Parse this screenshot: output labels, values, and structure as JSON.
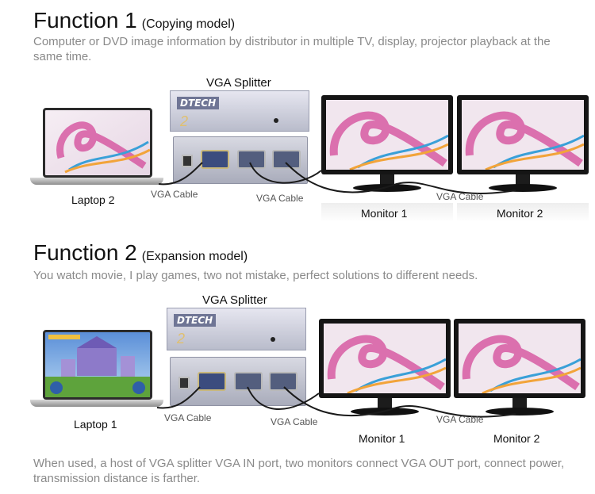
{
  "function1": {
    "title": "Function 1",
    "subtitle": "(Copying model)",
    "description": "Computer or DVD image information by distributor in multiple TV, display, projector playback at the same time.",
    "splitter_label": "VGA Splitter",
    "laptop_label": "Laptop 2",
    "monitor1_label": "Monitor 1",
    "monitor2_label": "Monitor 2",
    "cable1": "VGA Cable",
    "cable2": "VGA Cable",
    "cable3": "VGA Cable"
  },
  "function2": {
    "title": "Function 2",
    "subtitle": "(Expansion model)",
    "description": "You watch movie, I play games, two not mistake, perfect solutions to different needs.",
    "splitter_label": "VGA Splitter",
    "laptop_label": "Laptop 1",
    "monitor1_label": "Monitor 1",
    "monitor2_label": "Monitor 2",
    "cable1": "VGA Cable",
    "cable2": "VGA Cable",
    "cable3": "VGA Cable"
  },
  "brand": "DTECH",
  "footer": "When used, a host of VGA splitter VGA IN port, two monitors connect VGA OUT port, connect power, transmission distance is farther.",
  "colors": {
    "cable": "#1a1a1a",
    "swirl": "#d23d93"
  }
}
